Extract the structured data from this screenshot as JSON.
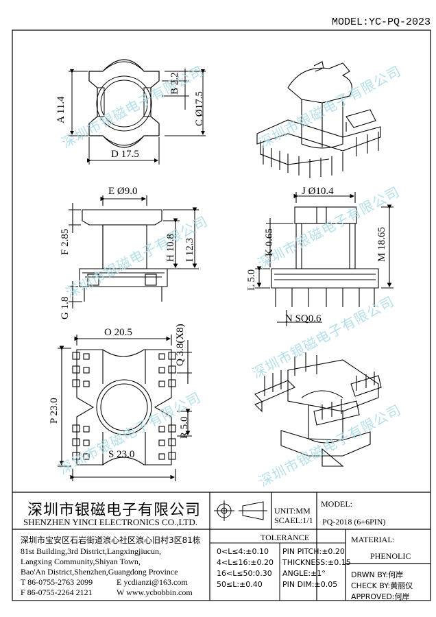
{
  "model_top": "MODEL:YC-PQ-2023",
  "watermark": "深圳市银磁电子有限公司",
  "dims": {
    "A": "A 11.4",
    "B": "B 2.2",
    "C": "C Ø17.5",
    "D": "D 17.5",
    "E": "E Ø9.0",
    "F": "F 2.85",
    "G": "G 1.8",
    "H": "H 10.8",
    "I": "I 12.3",
    "J": "J Ø10.4",
    "K": "K 0.65",
    "L": "L 5.0",
    "M": "M 18.65",
    "N": "N SQ0.6",
    "O": "O 20.5",
    "P": "P 23.0",
    "Q": "Q 3.8(X8)",
    "R": "R 5.0",
    "S": "S 23.0"
  },
  "title_block": {
    "company_cn": "深圳市银磁电子有限公司",
    "company_en": "SHENZHEN YINCI ELECTRONICS CO.,LTD.",
    "address_cn": "深圳市宝安区石岩街道浪心社区浪心旧村3区81栋",
    "address_en_1": "81st Building,3rd District,Langxingjiucun,",
    "address_en_2": "Langxing Community,Shiyan Town,",
    "address_en_3": "Bao'An District,Shenzhen,Guangdong Province",
    "tel": "T 86-0755-2763 2099",
    "email": "E ycdianzi@163.com",
    "fax": "F 86-0755-2264 2121",
    "web": "W www.ycbobbin.com",
    "unit": "UNIT:MM",
    "scale": "SCAEL:1/1",
    "model_label": "MODEL:",
    "model_value": "PQ-2018 (6+6PIN)",
    "tolerance_title": "TOLERANCE",
    "tol": [
      "0<L≤4:±0.10",
      "4<L≤16:±0.20",
      "16<L≤50:0.30",
      "50≤L:±0.40"
    ],
    "pin": [
      "PIN PITCH:±0.20",
      "THICKNESS:±0.15",
      "ANGLE:±1°",
      "PIN DIM:±0.05"
    ],
    "material_label": "MATERIAL:",
    "material_value": "PHENOLIC",
    "drwn": "DRWN BY:何岸",
    "check": "CHECK BY:黄丽仪",
    "approved": "APPROVED:何岸"
  }
}
